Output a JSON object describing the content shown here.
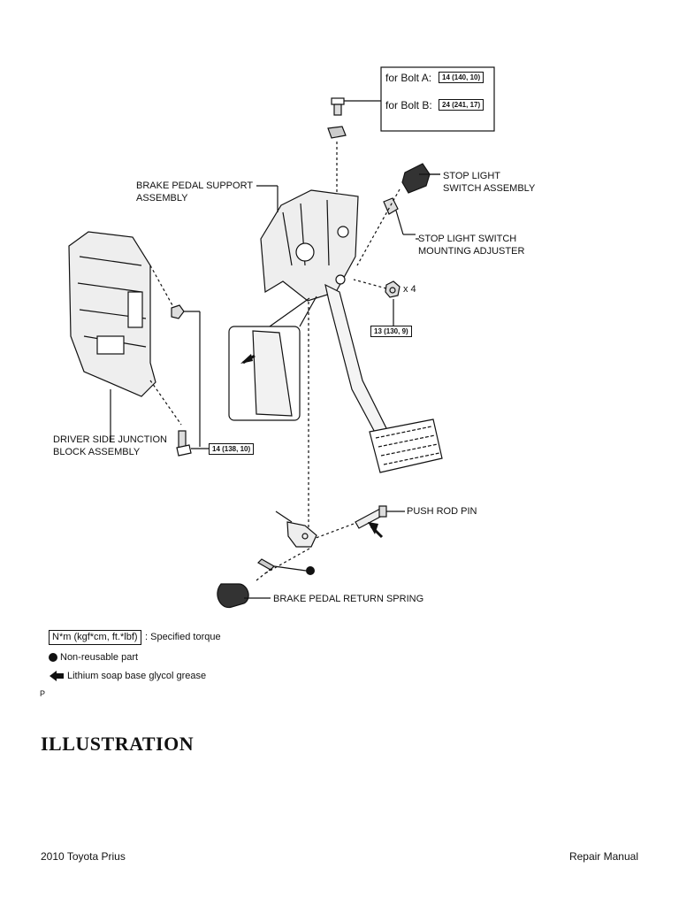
{
  "torque_box": {
    "bolt_a_label": "for Bolt A:",
    "bolt_a_value": "14 (140, 10)",
    "bolt_b_label": "for Bolt B:",
    "bolt_b_value": "24 (241, 17)"
  },
  "labels": {
    "brake_pedal_support_1": "BRAKE PEDAL SUPPORT",
    "brake_pedal_support_2": "ASSEMBLY",
    "stop_light_switch_1": "STOP LIGHT",
    "stop_light_switch_2": "SWITCH ASSEMBLY",
    "adjuster_1": "STOP LIGHT SWITCH",
    "adjuster_2": "MOUNTING ADJUSTER",
    "quantity": "x 4",
    "nut_torque": "13 (130, 9)",
    "junction_block_1": "DRIVER SIDE JUNCTION",
    "junction_block_2": "BLOCK ASSEMBLY",
    "bolt_torque": "14 (138, 10)",
    "push_rod_pin": "PUSH ROD PIN",
    "return_spring": "BRAKE PEDAL RETURN SPRING"
  },
  "legend": {
    "torque_unit": "N*m (kgf*cm, ft.*lbf)",
    "torque_desc": ": Specified torque",
    "non_reusable": "Non-reusable part",
    "grease": "Lithium soap base glycol grease",
    "figure_marker": "P"
  },
  "heading": "ILLUSTRATION",
  "footer": {
    "left": "2010 Toyota Prius",
    "right": "Repair Manual"
  }
}
